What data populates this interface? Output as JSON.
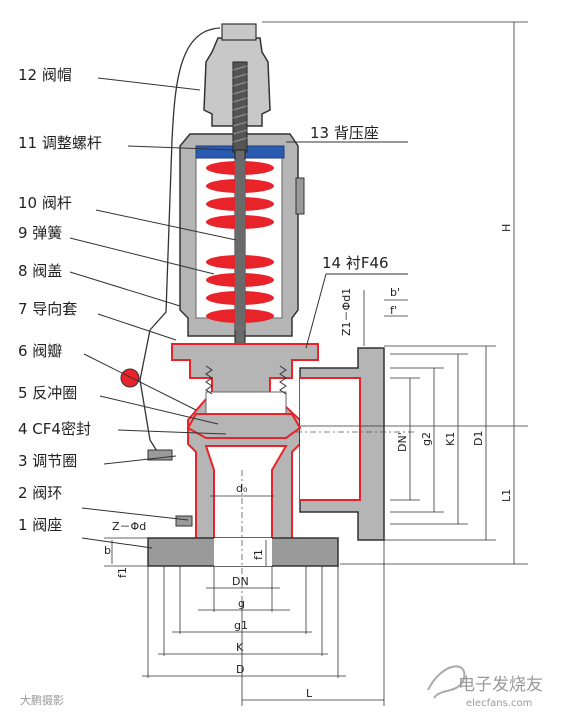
{
  "parts": [
    {
      "id": "p12",
      "text": "12 阀帽"
    },
    {
      "id": "p11",
      "text": "11 调整螺杆"
    },
    {
      "id": "p13",
      "text": "13 背压座"
    },
    {
      "id": "p10",
      "text": "10 阀杆"
    },
    {
      "id": "p9",
      "text": "9 弹簧"
    },
    {
      "id": "p8",
      "text": "8 阀盖"
    },
    {
      "id": "p14",
      "text": "14 衬F46"
    },
    {
      "id": "p7",
      "text": "7 导向套"
    },
    {
      "id": "p6",
      "text": "6 阀瓣"
    },
    {
      "id": "p5",
      "text": "5 反冲圈"
    },
    {
      "id": "p4",
      "text": "4 CF4密封"
    },
    {
      "id": "p3",
      "text": "3 调节圈"
    },
    {
      "id": "p2",
      "text": "2 阀环"
    },
    {
      "id": "p1",
      "text": "1 阀座"
    }
  ],
  "dims": {
    "H": "H",
    "L1": "L1",
    "D1": "D1",
    "K1": "K1",
    "g2": "g2",
    "DN_prime": "DN'",
    "Z1_phid1": "Z1－Φd1",
    "b_prime": "b'",
    "f_prime": "f'",
    "d0": "d₀",
    "f1": "f1",
    "Z_phid": "Z－Φd",
    "b": "b",
    "DN": "DN",
    "g": "g",
    "g1": "g1",
    "K": "K",
    "D": "D",
    "L": "L"
  },
  "watermark_left": "大鹏摄影",
  "watermark_right": "电子发烧友",
  "watermark_url": "elecfans.com",
  "colors": {
    "line": "#333333",
    "red": "#e8232a",
    "body": "#b5b5b5",
    "bodyDark": "#7c7c7c",
    "blue": "#2a5bb0"
  }
}
